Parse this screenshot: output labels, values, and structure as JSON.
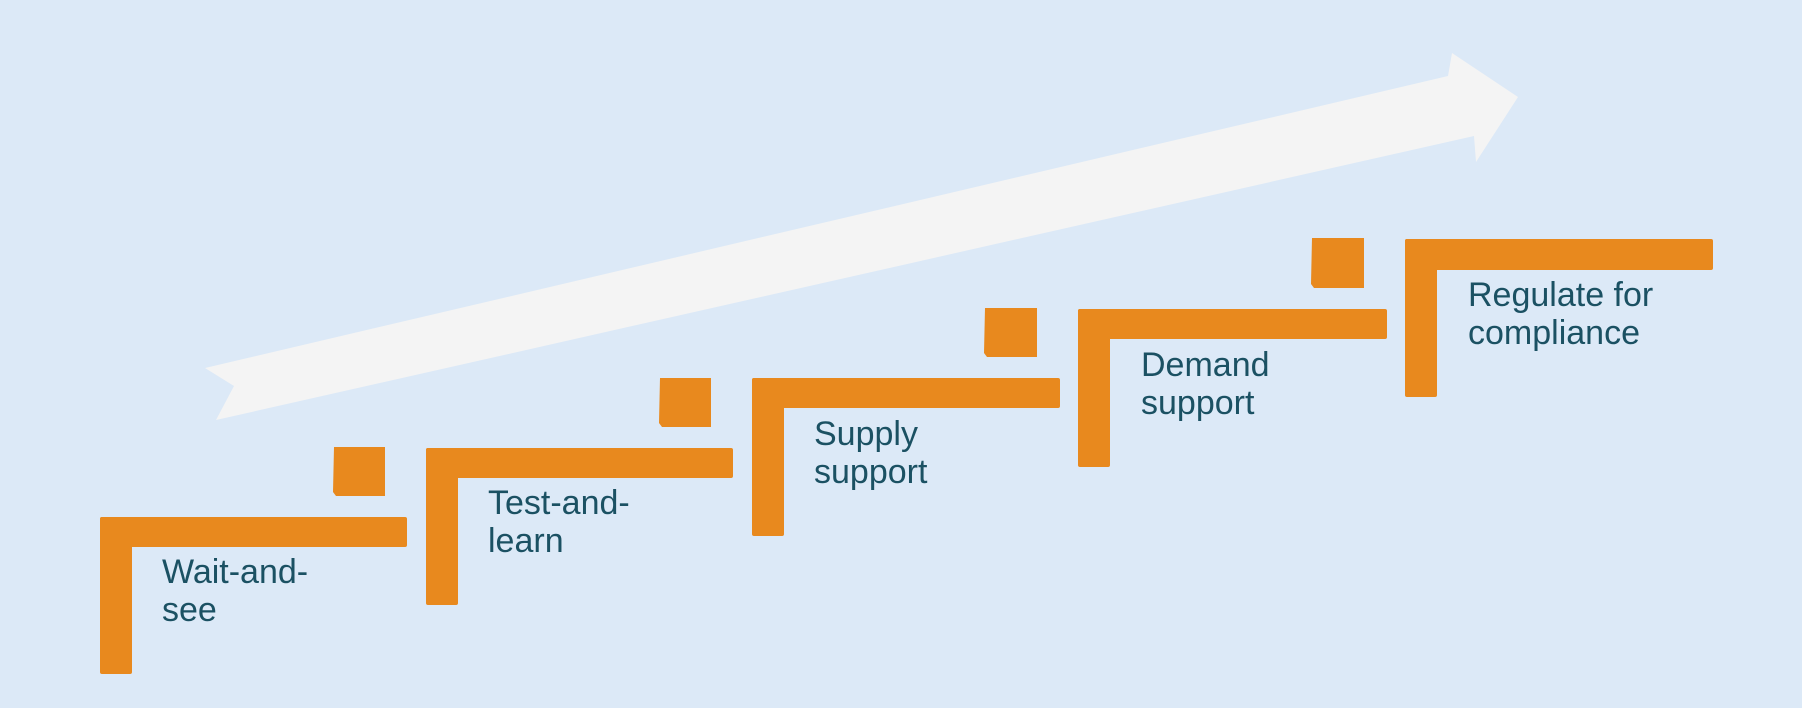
{
  "diagram": {
    "steps": [
      {
        "label_line1": "Wait-and-",
        "label_line2": "see"
      },
      {
        "label_line1": "Test-and-",
        "label_line2": "learn"
      },
      {
        "label_line1": "Supply",
        "label_line2": "support"
      },
      {
        "label_line1": "Demand",
        "label_line2": "support"
      },
      {
        "label_line1": "Regulate for",
        "label_line2": "compliance"
      }
    ],
    "colors": {
      "background": "#dce9f7",
      "step": "#e8891e",
      "arrow": "#f4f4f4",
      "text": "#1b5163"
    }
  }
}
